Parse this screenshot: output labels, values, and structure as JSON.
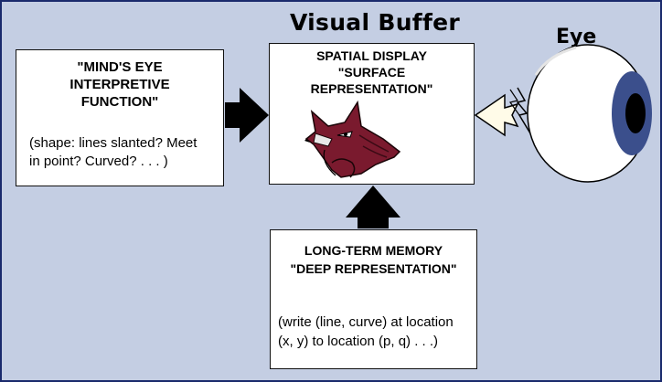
{
  "title": "Visual Buffer",
  "eye_label": "Eye",
  "left_box": {
    "heading_lines": [
      "\"MIND'S EYE",
      "INTERPRETIVE",
      "FUNCTION\""
    ],
    "body_lines": [
      "(shape: lines slanted? Meet",
      "in point? Curved? . . . )"
    ]
  },
  "center_box": {
    "heading_lines": [
      "SPATIAL DISPLAY",
      "\"SURFACE",
      "REPRESENTATION\""
    ],
    "illustration": "fox-head-icon"
  },
  "bottom_box": {
    "heading_lines": [
      "LONG-TERM MEMORY",
      "\"DEEP REPRESENTATION\""
    ],
    "body_lines": [
      "(write (line, curve) at location",
      "(x, y) to location (p, q) . . .)"
    ]
  },
  "colors": {
    "background": "#c4cee3",
    "border": "#1a2a6c",
    "iris": "#3b4f8c",
    "fox": "#7a1a2e"
  }
}
